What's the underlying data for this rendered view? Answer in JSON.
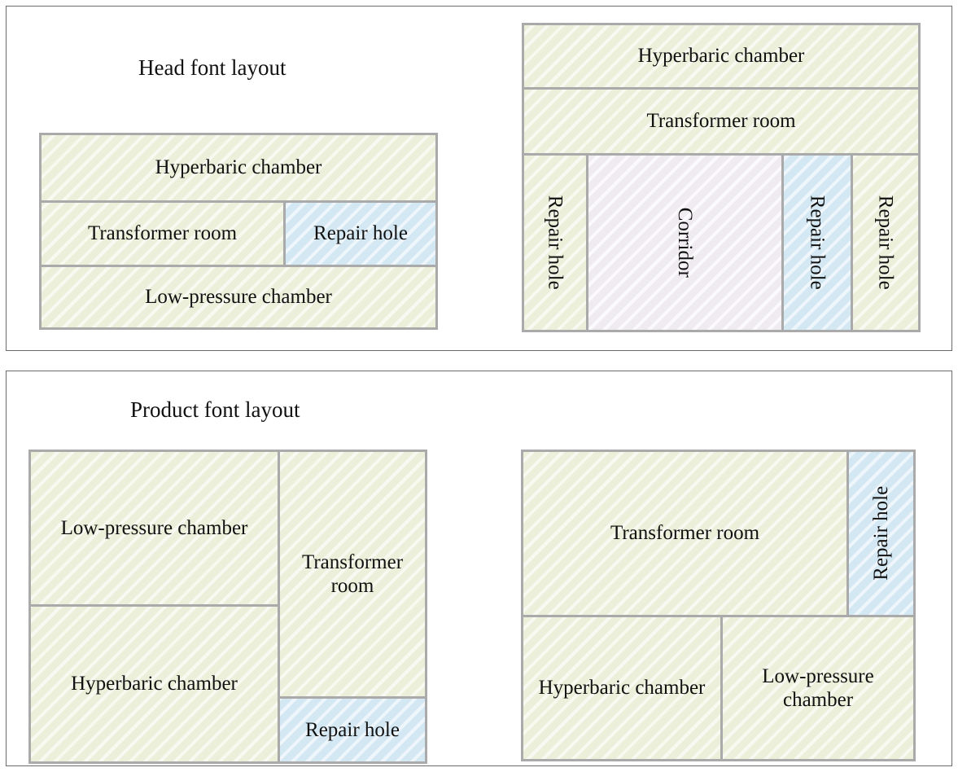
{
  "figure": {
    "panels": [
      {
        "id": "head",
        "title": "Head font layout",
        "plans": [
          {
            "id": "head-left",
            "rooms": [
              {
                "label": "Hyperbaric chamber",
                "fill": "green",
                "orientation": "horizontal"
              },
              {
                "label": "Transformer room",
                "fill": "green",
                "orientation": "horizontal"
              },
              {
                "label": "Repair hole",
                "fill": "blue",
                "orientation": "horizontal"
              },
              {
                "label": "Low-pressure chamber",
                "fill": "green",
                "orientation": "horizontal"
              }
            ]
          },
          {
            "id": "head-right",
            "rooms": [
              {
                "label": "Hyperbaric chamber",
                "fill": "green",
                "orientation": "horizontal"
              },
              {
                "label": "Transformer room",
                "fill": "green",
                "orientation": "horizontal"
              },
              {
                "label": "Repair hole",
                "fill": "green",
                "orientation": "vertical-cw"
              },
              {
                "label": "Corridor",
                "fill": "pink",
                "orientation": "vertical-cw"
              },
              {
                "label": "Repair hole",
                "fill": "blue",
                "orientation": "vertical-cw"
              },
              {
                "label": "Repair hole",
                "fill": "green",
                "orientation": "vertical-cw"
              }
            ]
          }
        ]
      },
      {
        "id": "product",
        "title": "Product font layout",
        "plans": [
          {
            "id": "product-left",
            "rooms": [
              {
                "label": "Low-pressure chamber",
                "fill": "green",
                "orientation": "horizontal"
              },
              {
                "label": "Hyperbaric chamber",
                "fill": "green",
                "orientation": "horizontal"
              },
              {
                "label": "Transformer room",
                "fill": "green",
                "orientation": "horizontal"
              },
              {
                "label": "Repair hole",
                "fill": "blue",
                "orientation": "horizontal"
              }
            ]
          },
          {
            "id": "product-right",
            "rooms": [
              {
                "label": "Transformer room",
                "fill": "green",
                "orientation": "horizontal"
              },
              {
                "label": "Repair hole",
                "fill": "blue",
                "orientation": "vertical-ccw"
              },
              {
                "label": "Hyperbaric chamber",
                "fill": "green",
                "orientation": "horizontal"
              },
              {
                "label": "Low-pressure chamber",
                "fill": "green",
                "orientation": "horizontal"
              }
            ]
          }
        ]
      }
    ],
    "colors": {
      "fill_green": "#ecefd9",
      "fill_blue": "#d4e8f4",
      "fill_pink": "#f0ebf1",
      "room_border": "#aaaaaa",
      "panel_border": "#6b6b6b",
      "text": "#111111",
      "background": "#ffffff"
    }
  }
}
